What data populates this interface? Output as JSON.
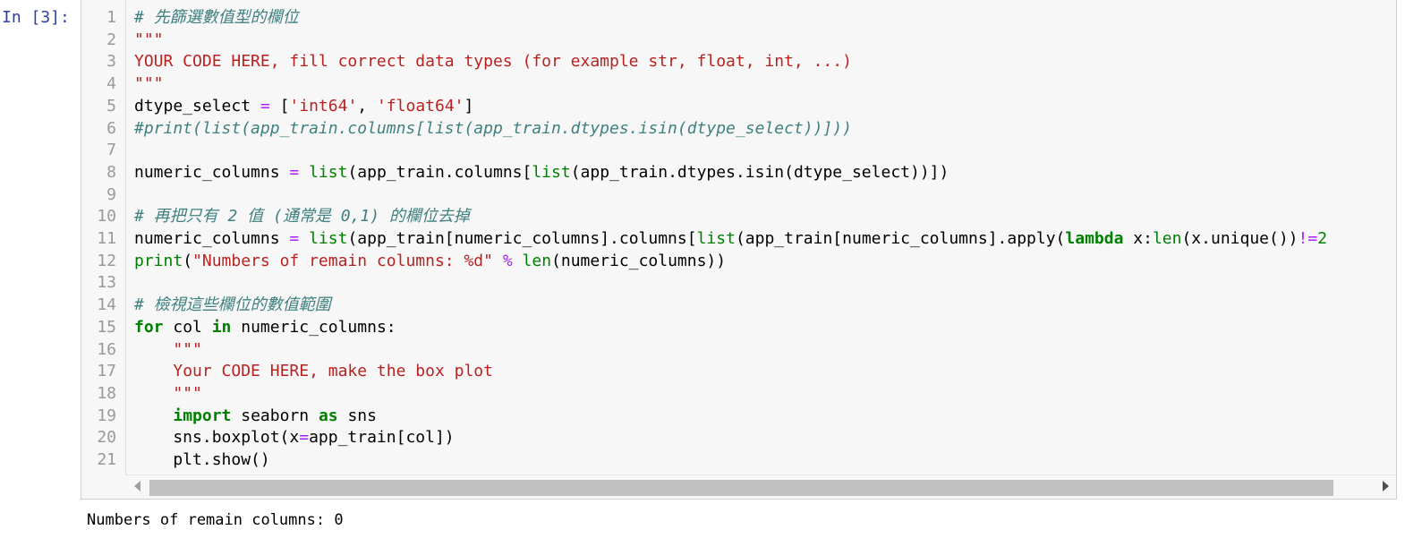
{
  "cell": {
    "prompt": "In [3]:",
    "line_numbers": [
      "1",
      "2",
      "3",
      "4",
      "5",
      "6",
      "7",
      "8",
      "9",
      "10",
      "11",
      "12",
      "13",
      "14",
      "15",
      "16",
      "17",
      "18",
      "19",
      "20",
      "21"
    ],
    "lines": [
      [
        {
          "t": "# 先篩選數值型的欄位",
          "c": "comment"
        }
      ],
      [
        {
          "t": "\"\"\"",
          "c": "string"
        }
      ],
      [
        {
          "t": "YOUR CODE HERE, fill correct data types (for example str, float, int, ...)",
          "c": "string"
        }
      ],
      [
        {
          "t": "\"\"\"",
          "c": "string"
        }
      ],
      [
        {
          "t": "dtype_select ",
          "c": "plain"
        },
        {
          "t": "=",
          "c": "op"
        },
        {
          "t": " [",
          "c": "plain"
        },
        {
          "t": "'int64'",
          "c": "string"
        },
        {
          "t": ", ",
          "c": "plain"
        },
        {
          "t": "'float64'",
          "c": "string"
        },
        {
          "t": "]",
          "c": "plain"
        }
      ],
      [
        {
          "t": "#print(list(app_train.columns[list(app_train.dtypes.isin(dtype_select))]))",
          "c": "comment"
        }
      ],
      [],
      [
        {
          "t": "numeric_columns ",
          "c": "plain"
        },
        {
          "t": "=",
          "c": "op"
        },
        {
          "t": " ",
          "c": "plain"
        },
        {
          "t": "list",
          "c": "builtin"
        },
        {
          "t": "(app_train.columns[",
          "c": "plain"
        },
        {
          "t": "list",
          "c": "builtin"
        },
        {
          "t": "(app_train.dtypes.isin(dtype_select))])",
          "c": "plain"
        }
      ],
      [],
      [
        {
          "t": "# 再把只有 2 值 (通常是 0,1) 的欄位去掉",
          "c": "comment"
        }
      ],
      [
        {
          "t": "numeric_columns ",
          "c": "plain"
        },
        {
          "t": "=",
          "c": "op"
        },
        {
          "t": " ",
          "c": "plain"
        },
        {
          "t": "list",
          "c": "builtin"
        },
        {
          "t": "(app_train[numeric_columns].columns[",
          "c": "plain"
        },
        {
          "t": "list",
          "c": "builtin"
        },
        {
          "t": "(app_train[numeric_columns].apply(",
          "c": "plain"
        },
        {
          "t": "lambda",
          "c": "keyword"
        },
        {
          "t": " x:",
          "c": "plain"
        },
        {
          "t": "len",
          "c": "builtin"
        },
        {
          "t": "(x.unique())",
          "c": "plain"
        },
        {
          "t": "!=",
          "c": "op"
        },
        {
          "t": "2",
          "c": "builtin"
        }
      ],
      [
        {
          "t": "print",
          "c": "builtin"
        },
        {
          "t": "(",
          "c": "plain"
        },
        {
          "t": "\"Numbers of remain columns: %d\"",
          "c": "string"
        },
        {
          "t": " ",
          "c": "plain"
        },
        {
          "t": "%",
          "c": "op"
        },
        {
          "t": " ",
          "c": "plain"
        },
        {
          "t": "len",
          "c": "builtin"
        },
        {
          "t": "(numeric_columns))",
          "c": "plain"
        }
      ],
      [],
      [
        {
          "t": "# 檢視這些欄位的數值範圍",
          "c": "comment"
        }
      ],
      [
        {
          "t": "for",
          "c": "keyword"
        },
        {
          "t": " col ",
          "c": "plain"
        },
        {
          "t": "in",
          "c": "keyword"
        },
        {
          "t": " numeric_columns:",
          "c": "plain"
        }
      ],
      [
        {
          "t": "    ",
          "c": "plain"
        },
        {
          "t": "\"\"\"",
          "c": "string"
        }
      ],
      [
        {
          "t": "    ",
          "c": "plain"
        },
        {
          "t": "Your CODE HERE, make the box plot",
          "c": "string"
        }
      ],
      [
        {
          "t": "    ",
          "c": "plain"
        },
        {
          "t": "\"\"\"",
          "c": "string"
        }
      ],
      [
        {
          "t": "    ",
          "c": "plain"
        },
        {
          "t": "import",
          "c": "keyword"
        },
        {
          "t": " seaborn ",
          "c": "plain"
        },
        {
          "t": "as",
          "c": "keyword"
        },
        {
          "t": " sns",
          "c": "plain"
        }
      ],
      [
        {
          "t": "    sns.boxplot(x",
          "c": "plain"
        },
        {
          "t": "=",
          "c": "op"
        },
        {
          "t": "app_train[col])",
          "c": "plain"
        }
      ],
      [
        {
          "t": "    plt.show()",
          "c": "plain"
        }
      ]
    ]
  },
  "output": {
    "text": "Numbers of remain columns: 0"
  }
}
